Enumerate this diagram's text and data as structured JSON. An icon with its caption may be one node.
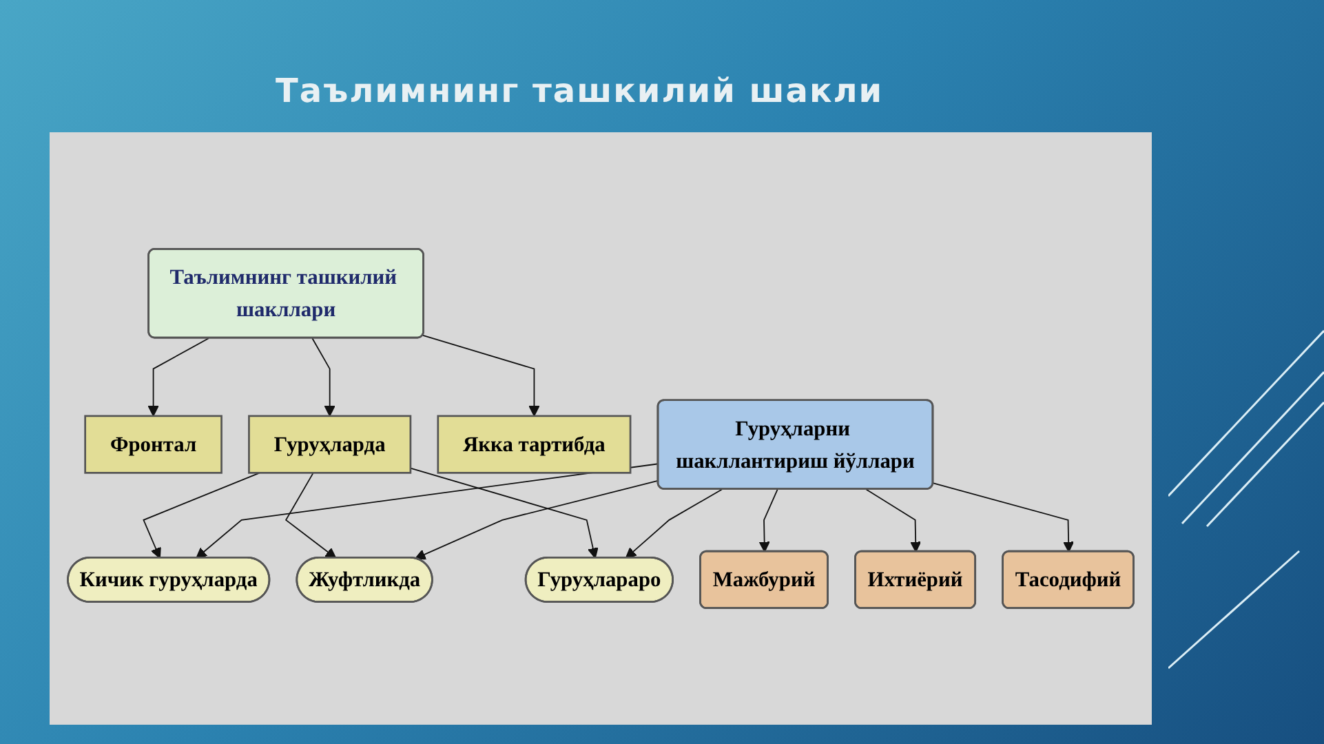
{
  "diagram": {
    "title": "Таълимнинг ташкилий шакли",
    "nodes": [
      {
        "text": [
          "Таълимнинг ташкилий шакллари"
        ]
      },
      {
        "text": [
          "Фронтал"
        ]
      },
      {
        "text": [
          "Гуруҳларда"
        ]
      },
      {
        "text": [
          "Якка тартибда"
        ]
      },
      {
        "text": [
          "Кичик гуруҳларда"
        ]
      },
      {
        "text": [
          "Жуфтликда"
        ]
      },
      {
        "text": [
          "Гуруҳлараро"
        ]
      },
      {
        "text": [
          "Гуруҳларни шакллантириш йўллари"
        ]
      },
      {
        "text": [
          "Мажбурий"
        ]
      },
      {
        "text": [
          "Ихтиёрий"
        ]
      },
      {
        "text": [
          "Тасодифий"
        ]
      }
    ],
    "edges": [
      {
        "from": 0,
        "to": 1,
        "arrow": "to"
      },
      {
        "from": 0,
        "to": 2,
        "arrow": "to"
      },
      {
        "from": 0,
        "to": 3,
        "arrow": "to"
      },
      {
        "from": 2,
        "to": 4,
        "arrow": "to"
      },
      {
        "from": 2,
        "to": 5,
        "arrow": "to"
      },
      {
        "from": 2,
        "to": 6,
        "arrow": "to"
      },
      {
        "from": 7,
        "to": 4,
        "arrow": "to"
      },
      {
        "from": 7,
        "to": 5,
        "arrow": "to"
      },
      {
        "from": 7,
        "to": 6,
        "arrow": "to"
      },
      {
        "from": 7,
        "to": 8,
        "arrow": "to"
      },
      {
        "from": 7,
        "to": 9,
        "arrow": "to"
      },
      {
        "from": 7,
        "to": 10,
        "arrow": "to"
      }
    ]
  }
}
